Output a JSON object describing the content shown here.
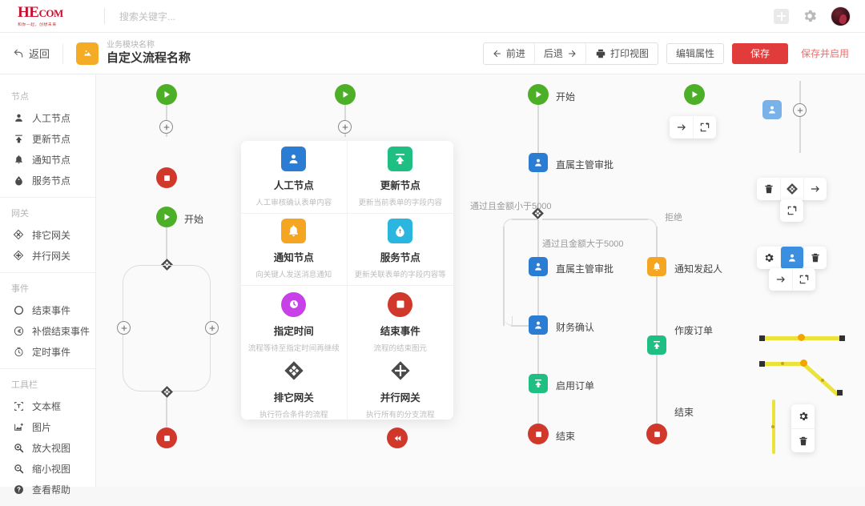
{
  "header": {
    "logo_main": "HE",
    "logo_small": "COM",
    "logo_tagline": "和你一起，创想未来",
    "search_placeholder": "搜索关键字...",
    "icons": {
      "add": "plus-icon",
      "settings": "gear-icon",
      "avatar": "user-avatar"
    }
  },
  "subheader": {
    "back_label": "返回",
    "module_sub": "业务模块名称",
    "module_title": "自定义流程名称",
    "buttons": {
      "forward": "前进",
      "backward": "后退",
      "print": "打印视图",
      "edit_props": "编辑属性",
      "save": "保存",
      "save_enable": "保存并启用"
    },
    "accent_color": "#e13b3b"
  },
  "sidebar": {
    "sections": [
      {
        "title": "节点",
        "items": [
          {
            "icon": "person-node-icon",
            "label": "人工节点"
          },
          {
            "icon": "update-node-icon",
            "label": "更新节点"
          },
          {
            "icon": "bell-node-icon",
            "label": "通知节点"
          },
          {
            "icon": "service-node-icon",
            "label": "服务节点"
          }
        ]
      },
      {
        "title": "网关",
        "items": [
          {
            "icon": "exclusive-gateway-icon",
            "label": "排它网关"
          },
          {
            "icon": "parallel-gateway-icon",
            "label": "并行网关"
          }
        ]
      },
      {
        "title": "事件",
        "items": [
          {
            "icon": "end-event-icon",
            "label": "结束事件"
          },
          {
            "icon": "compensate-end-icon",
            "label": "补偿结束事件"
          },
          {
            "icon": "timer-event-icon",
            "label": "定时事件"
          }
        ]
      },
      {
        "title": "工具栏",
        "items": [
          {
            "icon": "textbox-icon",
            "label": "文本框"
          },
          {
            "icon": "image-icon",
            "label": "图片"
          },
          {
            "icon": "zoom-in-icon",
            "label": "放大视图"
          },
          {
            "icon": "zoom-out-icon",
            "label": "缩小视图"
          },
          {
            "icon": "help-icon",
            "label": "查看帮助"
          }
        ]
      }
    ]
  },
  "palette": {
    "items": [
      {
        "icon": "person-node-icon",
        "color": "#2b7cd3",
        "title": "人工节点",
        "desc": "人工审核确认表单内容"
      },
      {
        "icon": "update-node-icon",
        "color": "#1fbf84",
        "title": "更新节点",
        "desc": "更新当前表单的字段内容"
      },
      {
        "icon": "bell-node-icon",
        "color": "#f4a521",
        "title": "通知节点",
        "desc": "向关键人发送消息通知"
      },
      {
        "icon": "service-node-icon",
        "color": "#2bb6e0",
        "title": "服务节点",
        "desc": "更新关联表单的字段内容等"
      },
      {
        "icon": "timer-event-icon",
        "color": "#c840e8",
        "title": "指定时间",
        "desc": "流程等待至指定时间再继续"
      },
      {
        "icon": "end-event-icon",
        "color": "#d1382c",
        "title": "结束事件",
        "desc": "流程的结束图元"
      },
      {
        "icon": "exclusive-gateway-icon",
        "color": "#4a4a4a",
        "title": "排它网关",
        "desc": "执行符合条件的流程"
      },
      {
        "icon": "parallel-gateway-icon",
        "color": "#4a4a4a",
        "title": "并行网关",
        "desc": "执行所有的分支流程"
      }
    ]
  },
  "canvas": {
    "flow_a": {
      "nodes": [
        {
          "name": "start-node",
          "type": "start",
          "label": ""
        },
        {
          "name": "end-node",
          "type": "end",
          "label": ""
        },
        {
          "name": "start-node-2",
          "type": "start",
          "label": "开始"
        },
        {
          "name": "end-node-2",
          "type": "end",
          "label": ""
        }
      ]
    },
    "flow_b": {
      "nodes": [
        {
          "name": "start-node",
          "type": "start",
          "label": ""
        },
        {
          "name": "compensate-end-node",
          "type": "compensate-end",
          "label": ""
        }
      ]
    },
    "flow_c": {
      "nodes": [
        {
          "name": "start-node",
          "type": "start",
          "label": "开始"
        },
        {
          "name": "approval-node-1",
          "type": "person",
          "label": "直属主管审批"
        },
        {
          "name": "exclusive-gateway",
          "type": "gateway",
          "label": ""
        },
        {
          "name": "approval-node-2",
          "type": "person",
          "label": "直属主管审批"
        },
        {
          "name": "finance-node",
          "type": "person",
          "label": "财务确认"
        },
        {
          "name": "enable-order-node",
          "type": "update",
          "label": "启用订单"
        },
        {
          "name": "end-node",
          "type": "end",
          "label": "结束"
        },
        {
          "name": "notify-node",
          "type": "bell",
          "label": "通知发起人"
        },
        {
          "name": "void-order-node",
          "type": "update",
          "label": "作废订单"
        },
        {
          "name": "end-node-2",
          "type": "end",
          "label": "结束"
        }
      ],
      "edge_labels": {
        "left": "通过且金额小于5000",
        "center": "通过且金额大于5000",
        "right": "拒绝"
      }
    }
  },
  "mini_toolbars": [
    {
      "name": "node-toolbar-top",
      "buttons": [
        "arrow-right-icon",
        "add-node-icon"
      ]
    },
    {
      "name": "node-toolbar-middle",
      "buttons": [
        "trash-icon",
        "gateway-icon",
        "arrow-right-icon",
        "add-node-icon"
      ]
    },
    {
      "name": "node-toolbar-lower",
      "buttons": [
        "gear-icon",
        "person-node-icon",
        "trash-icon",
        "arrow-right-icon",
        "add-node-icon"
      ]
    },
    {
      "name": "edge-toolbar",
      "buttons": [
        "gear-icon",
        "trash-icon"
      ]
    }
  ],
  "line_widgets": {
    "color": "#ece33a",
    "handle_color": "#f0a500",
    "endpoint_color": "#303030",
    "items": [
      "straight-line-handles",
      "bent-line-handles",
      "vertical-line-handles"
    ]
  }
}
